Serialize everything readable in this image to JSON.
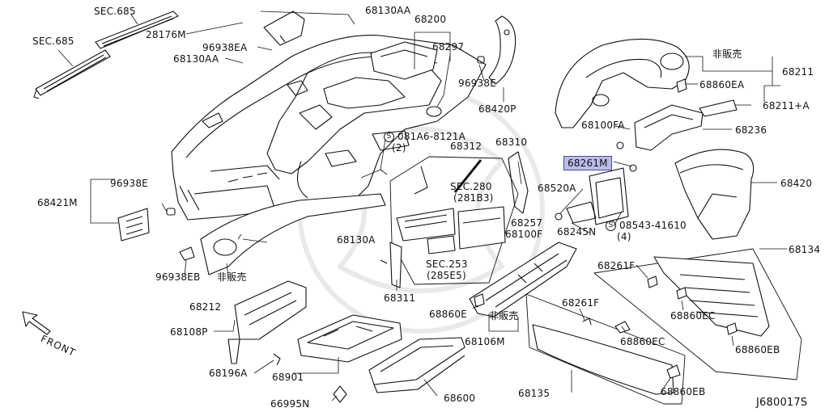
{
  "diagram": {
    "code": "J680017S",
    "front_label": "FRONT",
    "labels": {
      "sec685_top": "SEC.685",
      "sec685_left": "SEC.685",
      "p28176M": "28176M",
      "p68130AA_top": "68130AA",
      "p96938EA": "96938EA",
      "p68130AA_left": "68130AA",
      "p68200": "68200",
      "p68297": "68297",
      "p96938E_mid": "96938E",
      "p68420P": "68420P",
      "p081A6": "081A6-8121A",
      "p081A6_qty": "(2)",
      "p68312": "68312",
      "p68310": "68310",
      "sec280": "SEC.280",
      "sec280_sub": "(281B3)",
      "p68257": "68257",
      "p68100F": "68100F",
      "sec253": "SEC.253",
      "sec253_sub": "(285E5)",
      "p68520A": "68520A",
      "p68261M": "68261M",
      "p08543": "08543-41610",
      "p08543_qty": "(4)",
      "p68245N": "68245N",
      "p96938E_left": "96938E",
      "p68421M": "68421M",
      "p68130A": "68130A",
      "p96938EB": "96938EB",
      "not_for_sale_1": "非販売",
      "p68212": "68212",
      "p68311": "68311",
      "p68108P": "68108P",
      "p68196A": "68196A",
      "p68901": "68901",
      "p66995N": "66995N",
      "p68600": "68600",
      "p68860E": "68860E",
      "not_for_sale_2": "非販売",
      "p68106M": "68106M",
      "p68135": "68135",
      "p68261F_low": "68261F",
      "p68860EC_low": "68860EC",
      "p68860EB_low": "68860EB",
      "not_for_sale_3": "非販売",
      "p68211": "68211",
      "p68860EA": "68860EA",
      "p68211A": "68211+A",
      "p68100FA": "68100FA",
      "p68236": "68236",
      "p68420": "68420",
      "p68134": "68134",
      "p68261F_right": "68261F",
      "p68860EC_right": "68860EC",
      "p68860EB_right": "68860EB"
    }
  }
}
